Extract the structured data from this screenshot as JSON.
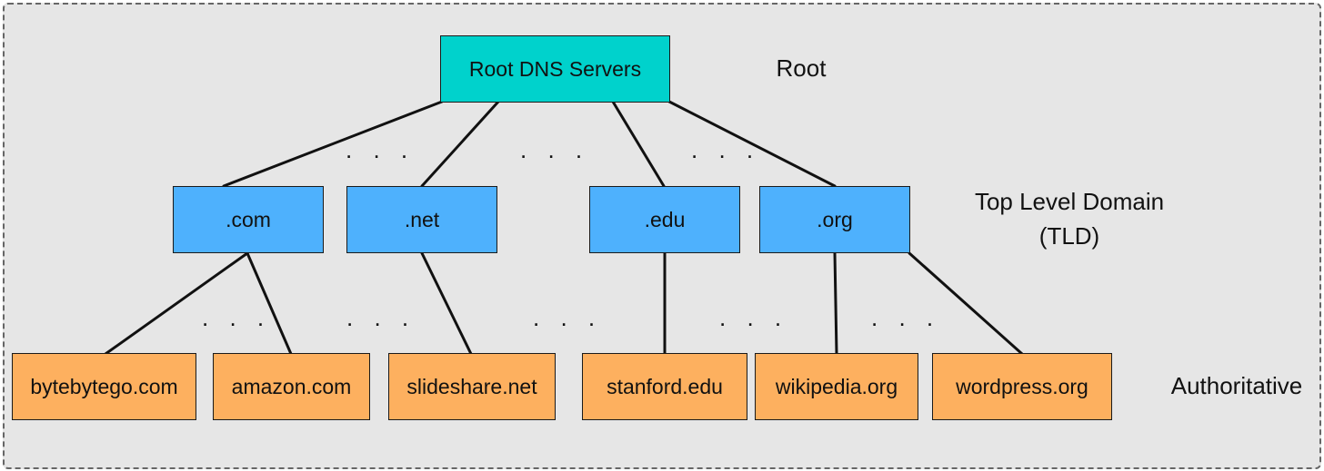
{
  "root": {
    "label": "Root DNS Servers"
  },
  "tlds": [
    {
      "label": ".com"
    },
    {
      "label": ".net"
    },
    {
      "label": ".edu"
    },
    {
      "label": ".org"
    }
  ],
  "authoritative": [
    {
      "label": "bytebytego.com"
    },
    {
      "label": "amazon.com"
    },
    {
      "label": "slideshare.net"
    },
    {
      "label": "stanford.edu"
    },
    {
      "label": "wikipedia.org"
    },
    {
      "label": "wordpress.org"
    }
  ],
  "ellipsis": ". . .",
  "levels": {
    "root": "Root",
    "tld_line1": "Top Level Domain",
    "tld_line2": "(TLD)",
    "authoritative": "Authoritative"
  },
  "colors": {
    "background": "#e6e6e6",
    "border_dashed": "#666666",
    "root_fill": "#00d2cc",
    "tld_fill": "#4eb1fd",
    "authoritative_fill": "#fdb05f",
    "line": "#111111"
  }
}
